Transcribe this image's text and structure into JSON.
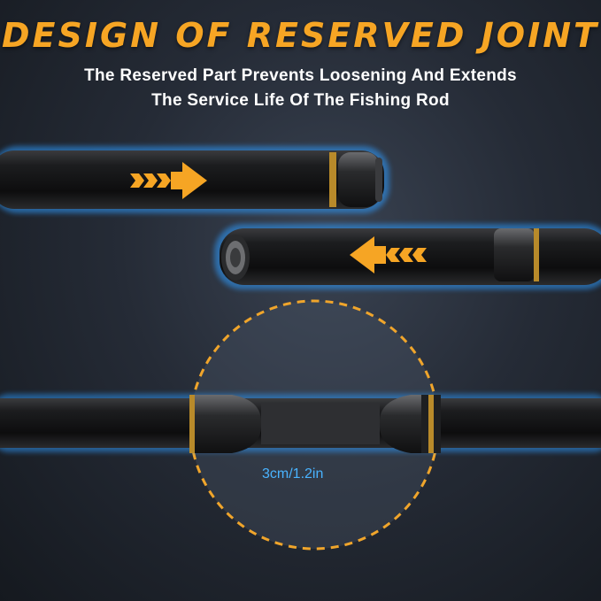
{
  "header": {
    "title": "DESIGN OF RESERVED JOINT",
    "subtitle_line1": "The Reserved Part Prevents Loosening And Extends",
    "subtitle_line2": "The Service Life Of The Fishing Rod"
  },
  "measurement": {
    "label": "3cm/1.2in"
  },
  "colors": {
    "accent": "#f6a524",
    "glow": "#3aa6ff",
    "rod": "#1a1b1d",
    "text": "#ffffff"
  },
  "icons": {
    "arrow_right": "arrow-right-icon",
    "arrow_left": "arrow-left-icon",
    "magnifier": "dashed-circle-highlight"
  }
}
